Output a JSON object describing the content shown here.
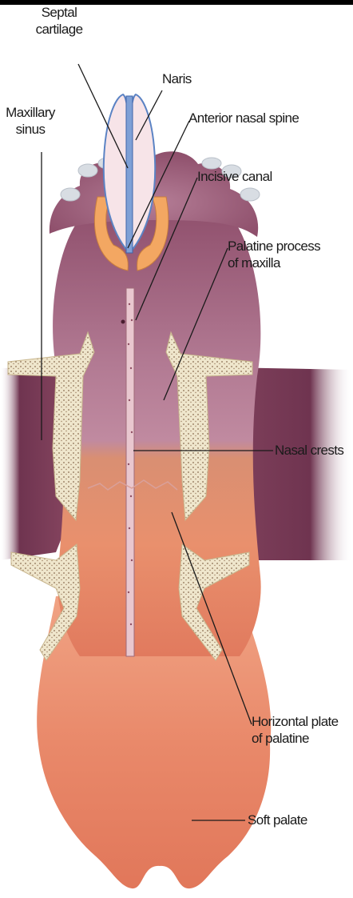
{
  "labels": {
    "septal_cartilage": [
      "Septal",
      "cartilage"
    ],
    "naris": "Naris",
    "maxillary_sinus": [
      "Maxillary",
      "sinus"
    ],
    "anterior_nasal_spine": "Anterior nasal spine",
    "incisive_canal": "Incisive canal",
    "palatine_process": [
      "Palatine process",
      "of maxilla"
    ],
    "nasal_crests": "Nasal crests",
    "horizontal_plate": [
      "Horizontal plate",
      "of palatine"
    ],
    "soft_palate": "Soft palate"
  },
  "colors": {
    "palatine_purple": "#a8667e",
    "maxilla_dark": "#7e3e58",
    "soft_palate_orange": "#e98a6a",
    "bone_cream": "#efe6cc",
    "alar_cartilage": "#f3a762",
    "septum_blue": "#5b83c4"
  }
}
